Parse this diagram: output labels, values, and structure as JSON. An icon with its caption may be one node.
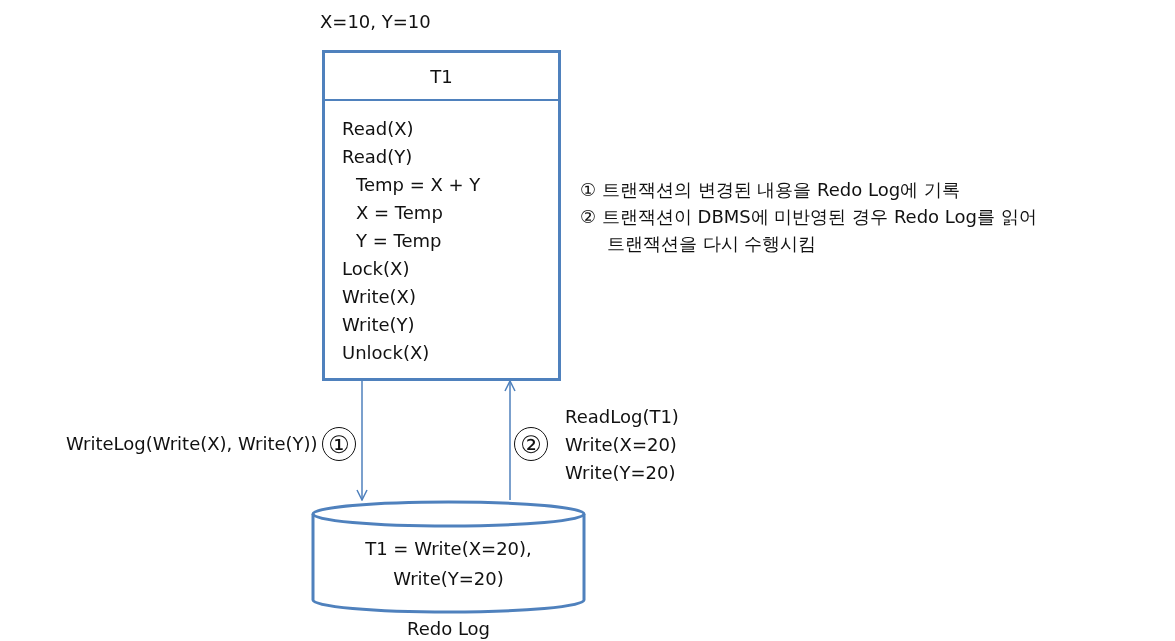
{
  "diagram": {
    "nodes": [
      {
        "text": [
          "T1",
          "Read(X)",
          "Read(Y)",
          "Temp = X + Y",
          "X = Temp",
          "Y = Temp",
          "Lock(X)",
          "Write(X)",
          "Write(Y)",
          "Unlock(X)"
        ],
        "beside": [
          "X=10, Y=10"
        ]
      },
      {
        "text": [
          "T1 = Write(X=20), Write(Y=20)"
        ],
        "beside": [
          "Redo Log"
        ]
      }
    ],
    "edges": [
      {
        "from": 0,
        "to": 1,
        "arrow": "to",
        "label": "WriteLog(Write(X), Write(Y))"
      },
      {
        "from": 1,
        "to": 0,
        "arrow": "to",
        "label": "ReadLog(T1) Write(X=20) Write(Y=20)"
      }
    ],
    "labels": [
      "①",
      "②",
      "① 트랜잭션의 변경된 내용을 Redo Log에 기록",
      "② 트랜잭션이 DBMS에 미반영된 경우 Redo Log를 읽어 트랜잭션을 다시 수행시킴"
    ]
  }
}
